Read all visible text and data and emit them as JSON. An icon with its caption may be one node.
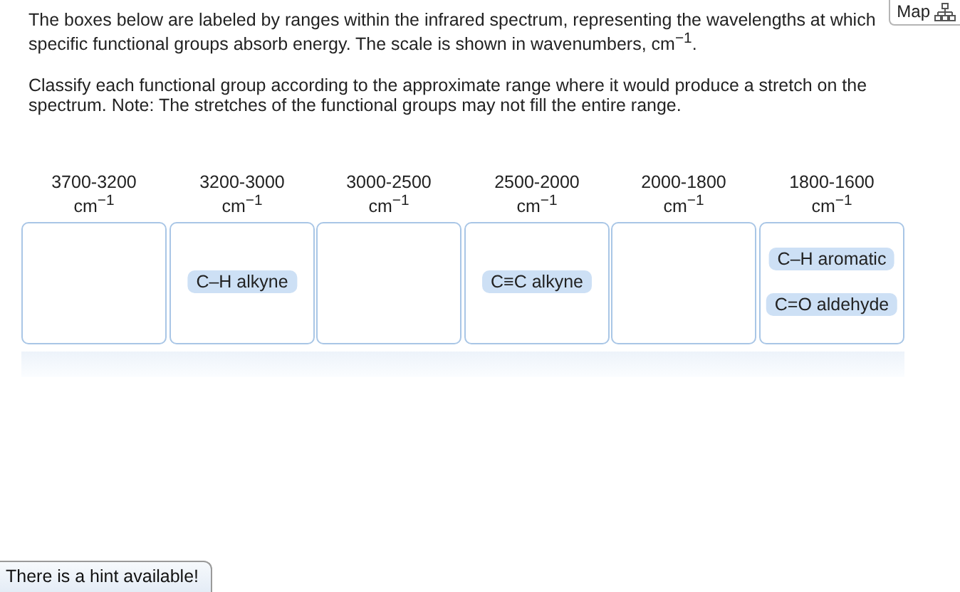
{
  "diagram": {
    "nodes": [
      {
        "text": [
          "3700-3200 cm$^{−1}$"
        ]
      },
      {
        "text": [
          "3200-3000 cm$^{−1}$"
        ]
      },
      {
        "text": [
          "3000-2500 cm$^{−1}$"
        ]
      },
      {
        "text": [
          "2500-2000 cm$^{−1}$"
        ]
      },
      {
        "text": [
          "2000-1800 cm$^{−1}$"
        ]
      },
      {
        "text": [
          "1800-1600 cm$^{−1}$"
        ]
      },
      {
        "text": [
          "C–H alkyne"
        ],
        "in": 1
      },
      {
        "text": [
          "C≡C alkyne"
        ],
        "in": 3
      },
      {
        "text": [
          "C–H aromatic"
        ],
        "in": 5
      },
      {
        "text": [
          "C=O aldehyde"
        ],
        "in": 5
      },
      {
        "text": [],
        "shape": "bar"
      }
    ],
    "labels": [
      "The boxes below are labeled by ranges within the infrared spectrum, representing the wavelengths at which specific functional groups absorb energy. The scale is shown in wavenumbers, cm$^{−1}$.",
      "Classify each functional group according to the approximate range where it would produce a stretch on the spectrum. Note: The stretches of the functional groups may not fill the entire range.",
      "Map",
      "There is a hint available!"
    ]
  }
}
